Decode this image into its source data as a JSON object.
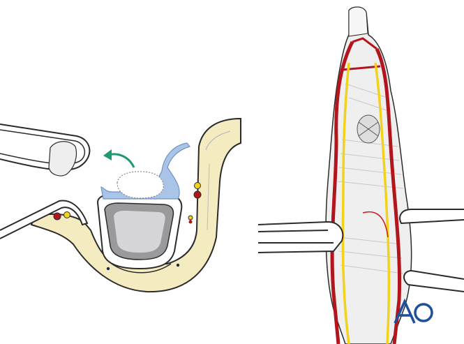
{
  "logo": {
    "text": "AO",
    "color": "#1d4f9c"
  },
  "colors": {
    "tissue": "#f5ebc0",
    "outline": "#2b2b2b",
    "periosteum": "#a9c4e6",
    "artery": "#b3151d",
    "nerve": "#f2d21a",
    "arrow": "#1f9a6e",
    "bone": "#d6d6d8"
  },
  "panels": [
    {
      "name": "cross-section",
      "icons": [
        "retractor-icon",
        "bone-fragment-icon",
        "rotation-arrow-icon"
      ]
    },
    {
      "name": "dorsal-finger-view",
      "icons": [
        "retractor-icon",
        "artery-icon",
        "nerve-icon"
      ]
    }
  ]
}
